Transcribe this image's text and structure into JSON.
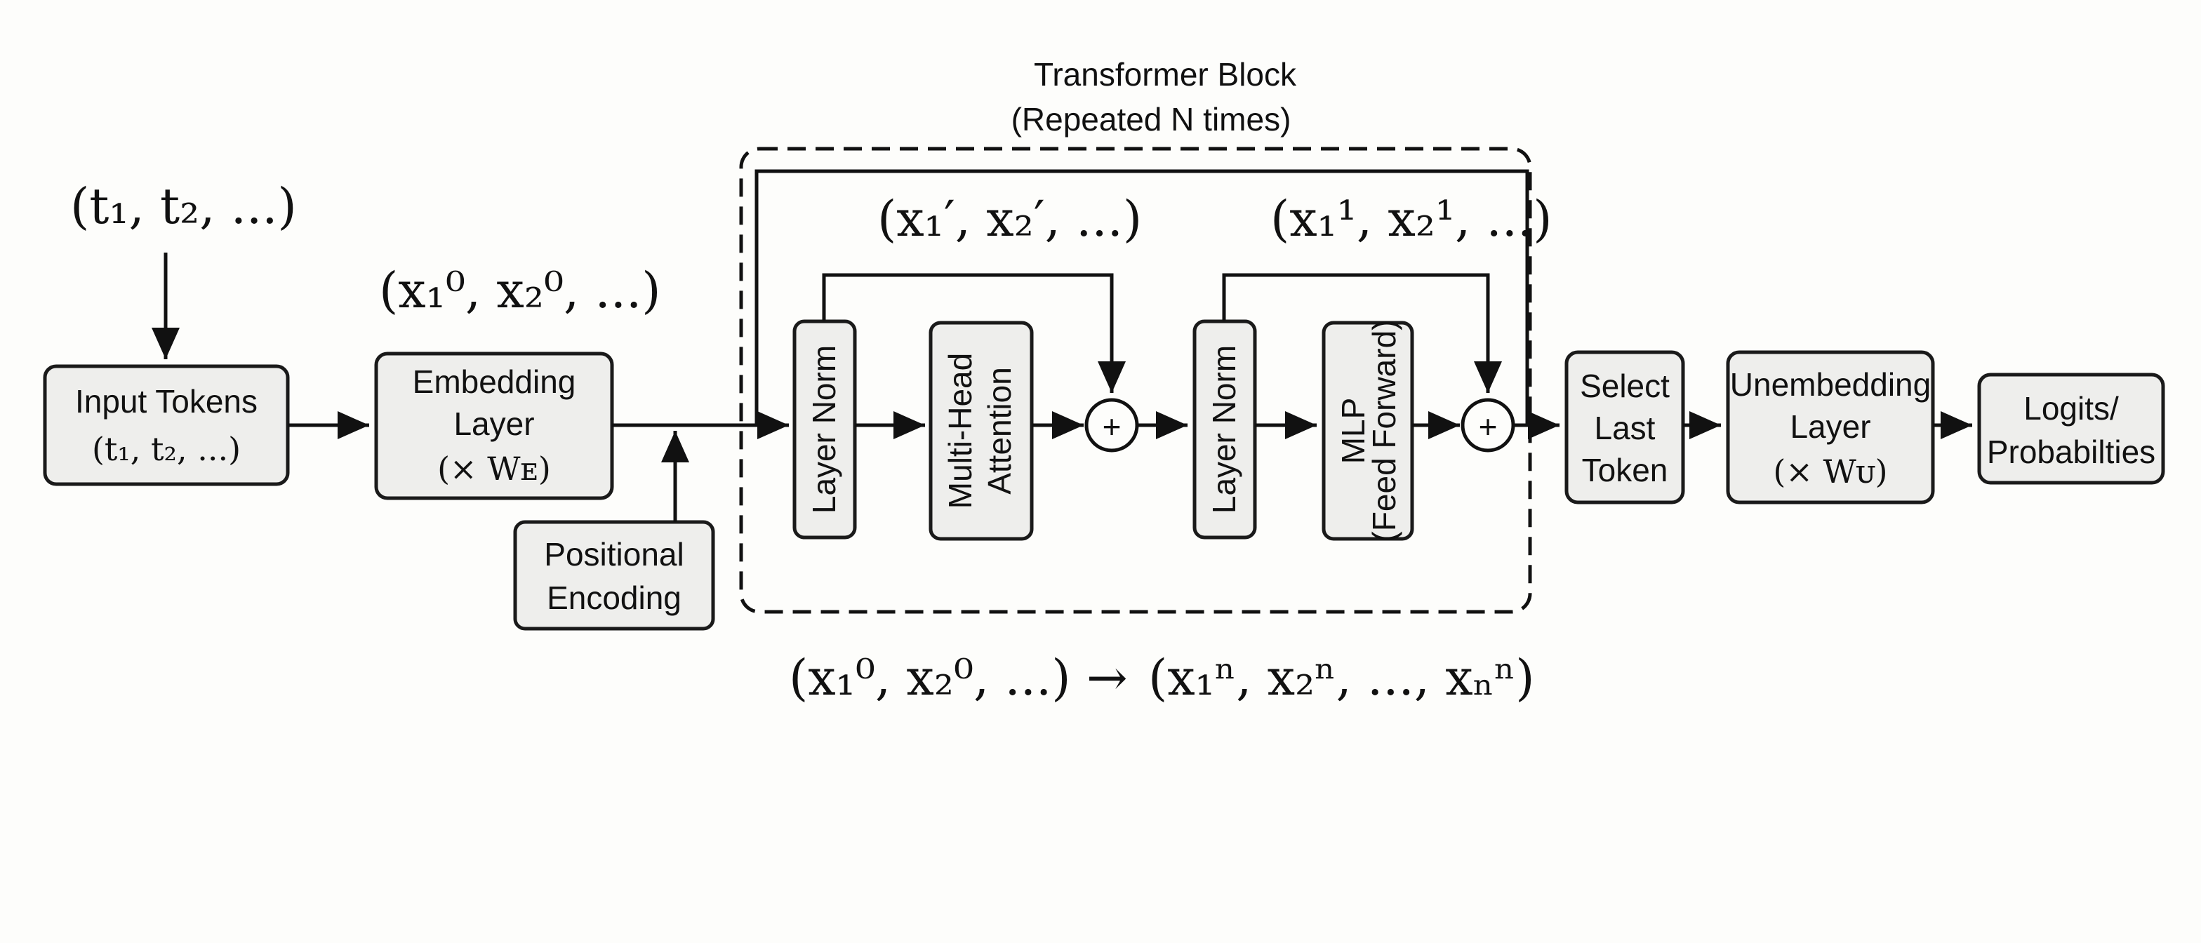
{
  "colors": {
    "box_fill": "#eeeeec",
    "stroke": "#111111",
    "background": "#fdfdfb"
  },
  "block": {
    "title_line1": "Transformer Block",
    "title_line2": "(Repeated N times)"
  },
  "labels": {
    "input_seq": "(t₁, t₂, ...)",
    "x0_seq": "(x₁⁰, x₂⁰, ...)",
    "xprime_seq": "(x₁′, x₂′, ...)",
    "x1_seq": "(x₁¹, x₂¹, ...)",
    "bottom_left": "(x₁⁰, x₂⁰, ...)",
    "bottom_arrow": "→",
    "bottom_right": "(x₁ⁿ, x₂ⁿ, ..., xₙⁿ)"
  },
  "nodes": {
    "input_tokens": {
      "line1": "Input Tokens",
      "line2": "(t₁, t₂, ...)"
    },
    "embedding": {
      "line1": "Embedding",
      "line2": "Layer",
      "line3": "(× Wᴇ)"
    },
    "positional": {
      "line1": "Positional",
      "line2": "Encoding"
    },
    "layer_norm_1": {
      "label": "Layer Norm"
    },
    "attention": {
      "line1": "Multi-Head",
      "line2": "Attention"
    },
    "add_icon": "+",
    "layer_norm_2": {
      "label": "Layer Norm"
    },
    "mlp": {
      "line1": "MLP",
      "line2": "(Feed Forward)"
    },
    "select_last": {
      "line1": "Select",
      "line2": "Last",
      "line3": "Token"
    },
    "unembedding": {
      "line1": "Unembedding",
      "line2": "Layer",
      "line3": "(× Wᴜ)"
    },
    "logits": {
      "line1": "Logits/",
      "line2": "Probabilties"
    }
  }
}
